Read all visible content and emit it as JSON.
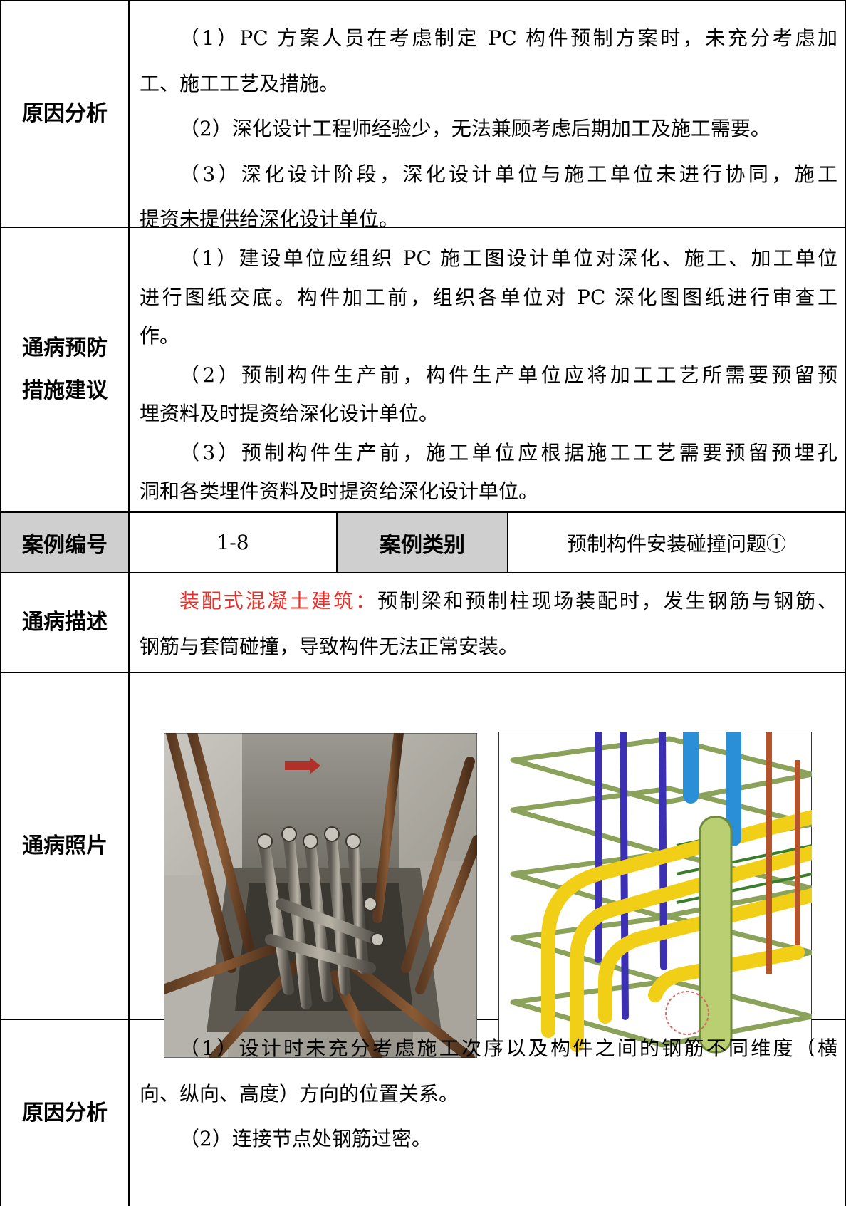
{
  "sections": {
    "cause1": {
      "label": "原因分析",
      "lines": [
        "（1）PC 方案人员在考虑制定 PC 构件预制方案时，未充分考虑加",
        "工、施工工艺及措施。",
        "（2）深化设计工程师经验少，无法兼顾考虑后期加工及施工需要。",
        "（3）深化设计阶段，深化设计单位与施工单位未进行协同，施工",
        "提资未提供给深化设计单位。"
      ]
    },
    "prevention": {
      "label_line1": "通病预防",
      "label_line2": "措施建议",
      "lines": [
        "（1）建设单位应组织 PC 施工图设计单位对深化、施工、加工单位",
        "进行图纸交底。构件加工前，组织各单位对 PC 深化图图纸进行审查工",
        "作。",
        "（2）预制构件生产前，构件生产单位应将加工工艺所需要预留预",
        "埋资料及时提资给深化设计单位。",
        "（3）预制构件生产前，施工单位应根据施工工艺需要预留预埋孔",
        "洞和各类埋件资料及时提资给深化设计单位。"
      ]
    },
    "case_header": {
      "case_no_label": "案例编号",
      "case_no_value": "1-8",
      "case_type_label": "案例类别",
      "case_type_value": "预制构件安装碰撞问题①"
    },
    "description": {
      "label": "通病描述",
      "highlight": "装配式混凝土建筑：",
      "text_rest": "预制梁和预制柱现场装配时，发生钢筋与钢筋、",
      "line2": "钢筋与套筒碰撞，导致构件无法正常安装。"
    },
    "photos": {
      "label": "通病照片"
    },
    "cause2": {
      "label": "原因分析",
      "lines": [
        "（1）设计时未充分考虑施工次序以及构件之间的钢筋不同维度（横",
        "向、纵向、高度）方向的位置关系。",
        "（2）连接节点处钢筋过密。"
      ]
    }
  }
}
